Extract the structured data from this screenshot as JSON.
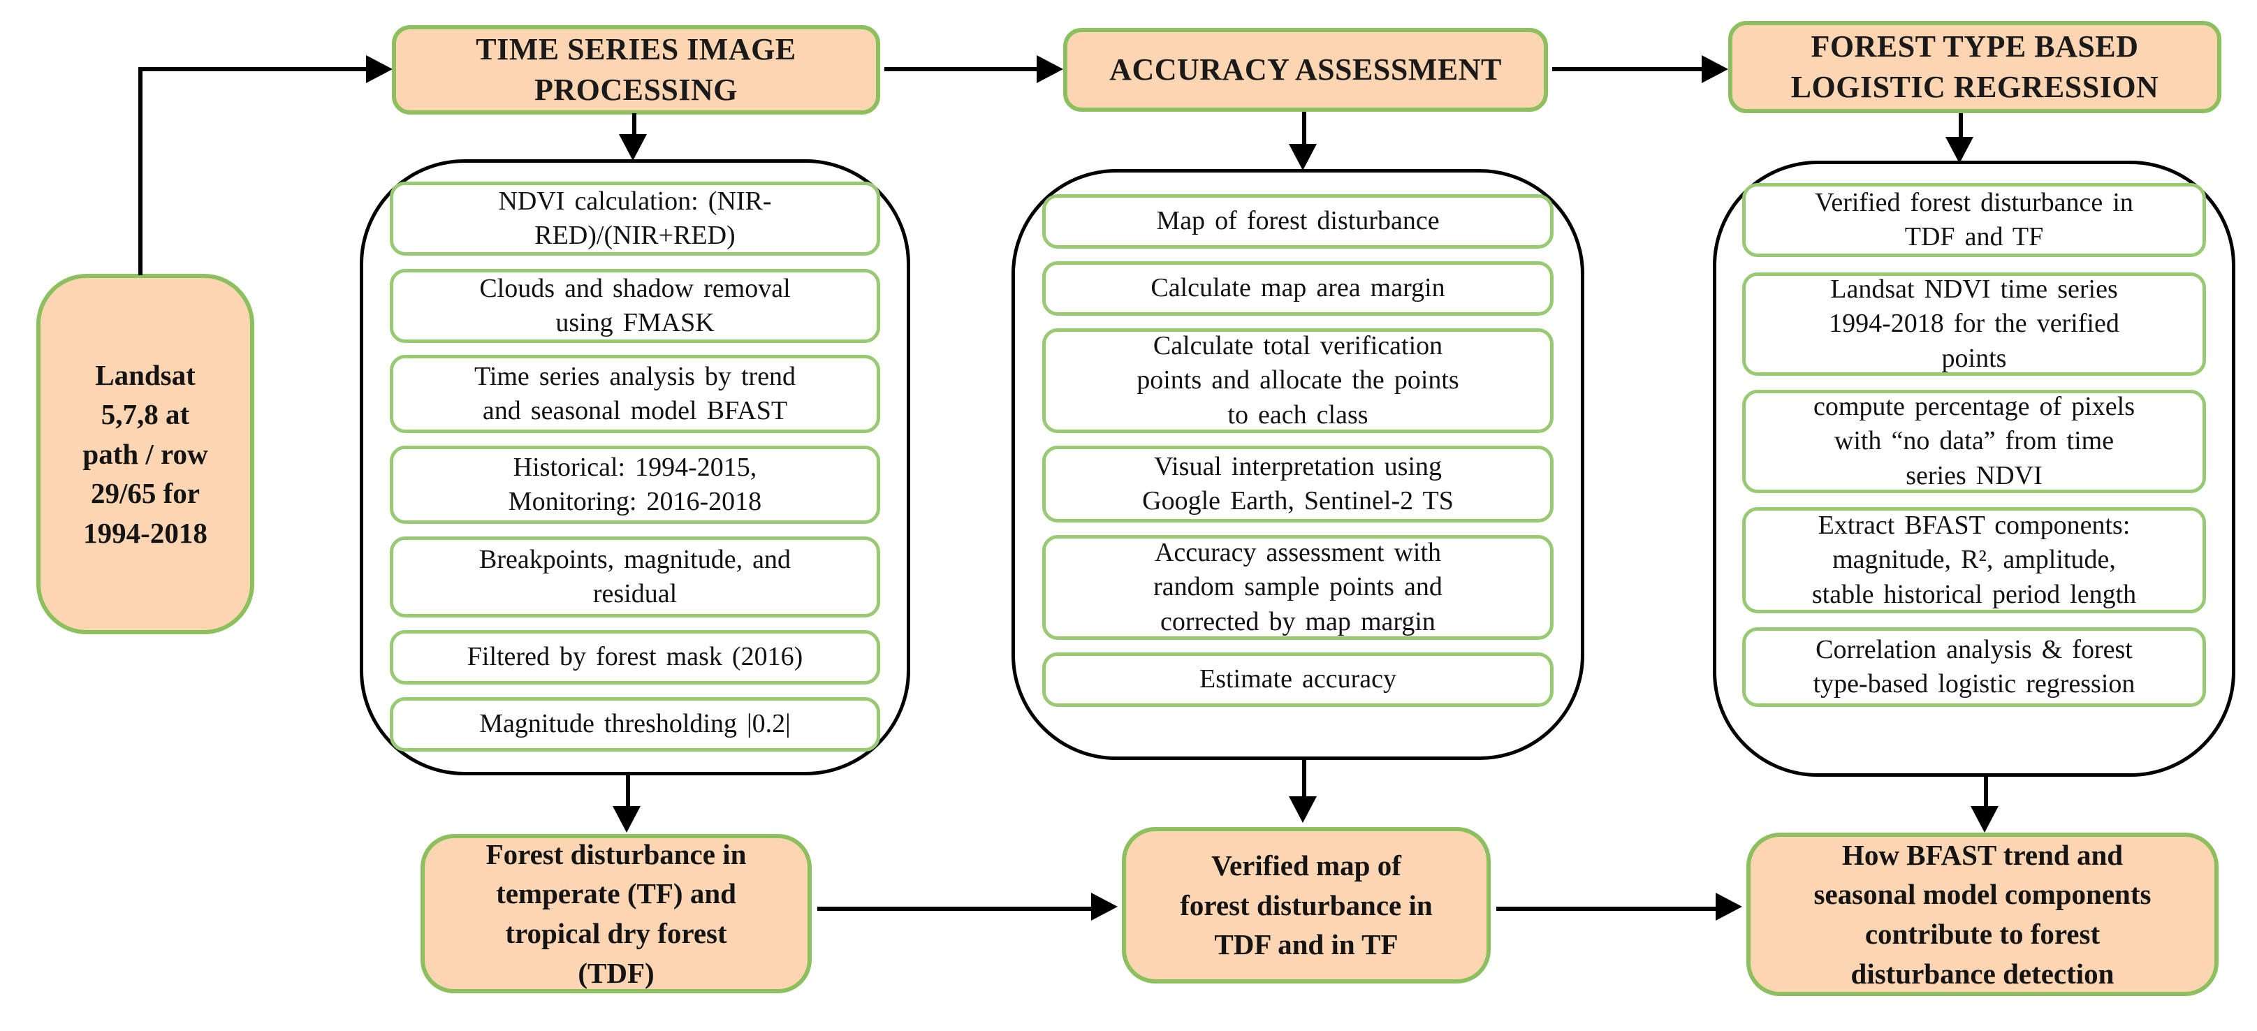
{
  "diagram": {
    "source_box": {
      "text": "Landsat\n5,7,8 at\npath / row\n29/65 for\n1994-2018"
    },
    "columns": [
      {
        "header": "TIME SERIES IMAGE\nPROCESSING",
        "steps": [
          "NDVI calculation: (NIR-\nRED)/(NIR+RED)",
          "Clouds and shadow removal\nusing FMASK",
          "Time series analysis by trend\nand seasonal model BFAST",
          "Historical: 1994-2015,\nMonitoring: 2016-2018",
          "Breakpoints, magnitude, and\nresidual",
          "Filtered by forest mask (2016)",
          "Magnitude thresholding |0.2|"
        ],
        "output": "Forest disturbance in\ntemperate (TF) and\ntropical dry forest\n(TDF)"
      },
      {
        "header": "ACCURACY ASSESSMENT",
        "steps": [
          "Map of forest disturbance",
          "Calculate map area margin",
          "Calculate total verification\npoints and allocate the points\nto each class",
          "Visual interpretation using\nGoogle Earth, Sentinel-2 TS",
          "Accuracy assessment with\nrandom sample points and\ncorrected by map margin",
          "Estimate accuracy"
        ],
        "output": "Verified map of\nforest disturbance in\nTDF and in TF"
      },
      {
        "header": "FOREST TYPE BASED\nLOGISTIC REGRESSION",
        "steps": [
          "Verified forest disturbance in\nTDF and TF",
          "Landsat NDVI time series\n1994-2018 for the verified\npoints",
          "compute percentage of pixels\nwith “no data” from time\nseries NDVI",
          "Extract BFAST components:\nmagnitude, R², amplitude,\nstable historical period length",
          "Correlation analysis & forest\ntype-based logistic regression"
        ],
        "output": "How BFAST trend and\nseasonal model components\ncontribute to forest\ndisturbance detection"
      }
    ],
    "colors": {
      "box_fill": "#fcd5b2",
      "box_border": "#8cc05e",
      "step_border": "#97ca72",
      "line": "#000000",
      "text": "#141414"
    }
  }
}
